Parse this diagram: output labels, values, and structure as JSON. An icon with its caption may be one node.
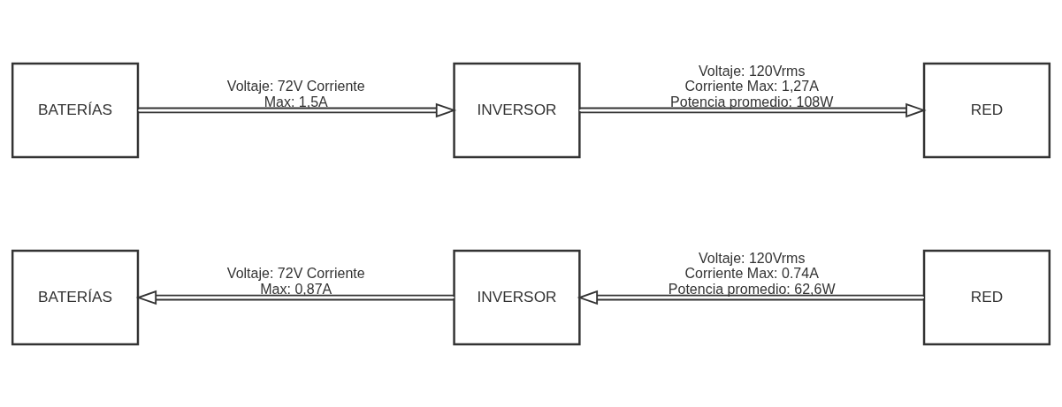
{
  "diagram": {
    "nodes": [
      {
        "text": [
          "BATERÍAS"
        ]
      },
      {
        "text": [
          "INVERSOR"
        ]
      },
      {
        "text": [
          "RED"
        ]
      },
      {
        "text": [
          "BATERÍAS"
        ]
      },
      {
        "text": [
          "INVERSOR"
        ]
      },
      {
        "text": [
          "RED"
        ]
      }
    ],
    "edges": [
      {
        "from": 0,
        "to": 1,
        "arrow": "to",
        "label": "Voltaje: 72V Corriente Max: 1,5A"
      },
      {
        "from": 1,
        "to": 2,
        "arrow": "to",
        "label": "Voltaje: 120Vrms Corriente Max: 1,27A Potencia promedio: 108W"
      },
      {
        "from": 5,
        "to": 4,
        "arrow": "to",
        "label": "Voltaje: 120Vrms Corriente Max: 0.74A Potencia promedio: 62,6W"
      },
      {
        "from": 4,
        "to": 3,
        "arrow": "to",
        "label": "Voltaje: 72V Corriente Max: 0,87A"
      }
    ]
  }
}
